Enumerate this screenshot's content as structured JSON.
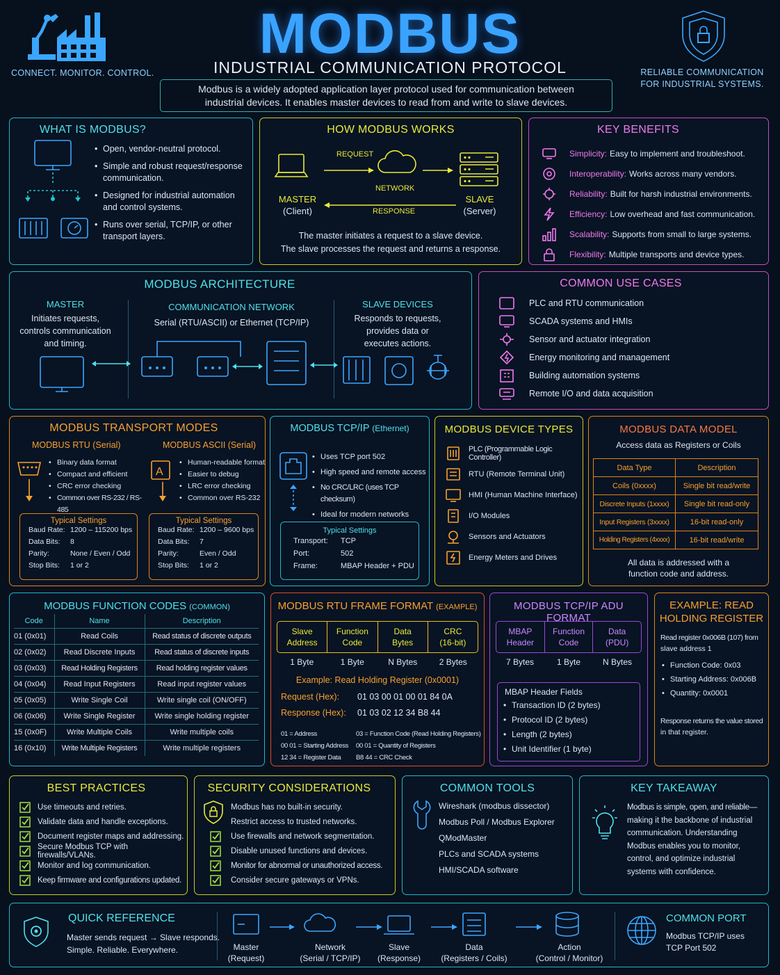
{
  "header": {
    "title": "MODBUS",
    "subtitle": "INDUSTRIAL COMMUNICATION PROTOCOL",
    "left_tag": "CONNECT. MONITOR. CONTROL.",
    "right_tag_1": "RELIABLE COMMUNICATION",
    "right_tag_2": "FOR INDUSTRIAL SYSTEMS.",
    "intro_1": "Modbus is a widely adopted application layer protocol used for communication between",
    "intro_2": "industrial devices. It enables master devices to read from and write to slave devices."
  },
  "what": {
    "title": "WHAT IS MODBUS?",
    "items": [
      "Open, vendor-neutral protocol.",
      "Simple and robust request/response communication.",
      "Designed for industrial automation and control systems.",
      "Runs over serial, TCP/IP, or other transport layers."
    ]
  },
  "how": {
    "title": "HOW MODBUS WORKS",
    "request": "REQUEST",
    "network": "NETWORK",
    "response": "RESPONSE",
    "master": "MASTER",
    "client": "(Client)",
    "slave": "SLAVE",
    "server": "(Server)",
    "desc_1": "The master initiates a request to a slave device.",
    "desc_2": "The slave processes the request and returns a response."
  },
  "benefits": {
    "title": "KEY BENEFITS",
    "items": [
      {
        "k": "Simplicity:",
        "v": "Easy to implement and troubleshoot."
      },
      {
        "k": "Interoperability:",
        "v": "Works across many vendors."
      },
      {
        "k": "Reliability:",
        "v": "Built for harsh industrial environments."
      },
      {
        "k": "Efficiency:",
        "v": "Low overhead and fast communication."
      },
      {
        "k": "Scalability:",
        "v": "Supports from small to large systems."
      },
      {
        "k": "Flexibility:",
        "v": "Multiple transports and device types."
      }
    ]
  },
  "arch": {
    "title": "MODBUS ARCHITECTURE",
    "master_t": "MASTER",
    "master_d1": "Initiates requests,",
    "master_d2": "controls communication",
    "master_d3": "and timing.",
    "net_t": "COMMUNICATION NETWORK",
    "net_d": "Serial (RTU/ASCII) or Ethernet (TCP/IP)",
    "slave_t": "SLAVE DEVICES",
    "slave_d1": "Responds to requests,",
    "slave_d2": "provides data or",
    "slave_d3": "executes actions."
  },
  "usecases": {
    "title": "COMMON USE CASES",
    "items": [
      "PLC and RTU communication",
      "SCADA systems and HMIs",
      "Sensor and actuator integration",
      "Energy monitoring and management",
      "Building automation systems",
      "Remote I/O and data acquisition"
    ]
  },
  "transport": {
    "title": "MODBUS TRANSPORT MODES",
    "rtu_t": "MODBUS RTU (Serial)",
    "rtu_items": [
      "Binary data format",
      "Compact and efficient",
      "CRC error checking",
      "Common over RS-232 / RS-485"
    ],
    "ascii_t": "MODBUS ASCII (Serial)",
    "ascii_items": [
      "Human-readable format",
      "Easier to debug",
      "LRC error checking",
      "Common over RS-232"
    ],
    "ts": "Typical Settings",
    "rtu_settings": [
      [
        "Baud Rate:",
        "1200 – 115200 bps"
      ],
      [
        "Data Bits:",
        "8"
      ],
      [
        "Parity:",
        "None / Even / Odd"
      ],
      [
        "Stop Bits:",
        "1 or 2"
      ]
    ],
    "ascii_settings": [
      [
        "Baud Rate:",
        "1200 – 9600 bps"
      ],
      [
        "Data Bits:",
        "7"
      ],
      [
        "Parity:",
        "Even / Odd"
      ],
      [
        "Stop Bits:",
        "1 or 2"
      ]
    ]
  },
  "tcp": {
    "title": "MODBUS TCP/IP",
    "title_sub": "(Ethernet)",
    "items": [
      "Uses TCP port 502",
      "High speed and remote access",
      "No CRC/LRC (uses TCP checksum)",
      "Ideal for modern networks"
    ],
    "ts": "Typical Settings",
    "settings": [
      [
        "Transport:",
        "TCP"
      ],
      [
        "Port:",
        "502"
      ],
      [
        "Frame:",
        "MBAP Header + PDU"
      ]
    ]
  },
  "devices": {
    "title": "MODBUS DEVICE TYPES",
    "items": [
      "PLC (Programmable Logic Controller)",
      "RTU (Remote Terminal Unit)",
      "HMI (Human Machine Interface)",
      "I/O Modules",
      "Sensors and Actuators",
      "Energy Meters and Drives"
    ]
  },
  "datamodel": {
    "title": "MODBUS DATA MODEL",
    "sub": "Access data as Registers or Coils",
    "h1": "Data Type",
    "h2": "Description",
    "rows": [
      [
        "Coils (0xxxx)",
        "Single bit read/write"
      ],
      [
        "Discrete Inputs (1xxxx)",
        "Single bit read-only"
      ],
      [
        "Input Registers (3xxxx)",
        "16-bit read-only"
      ],
      [
        "Holding Registers (4xxxx)",
        "16-bit read/write"
      ]
    ],
    "foot_1": "All data is addressed with a",
    "foot_2": "function code and address."
  },
  "fc": {
    "title": "MODBUS FUNCTION CODES",
    "title_sub": "(COMMON)",
    "headers": [
      "Code",
      "Name",
      "Description"
    ],
    "rows": [
      [
        "01 (0x01)",
        "Read Coils",
        "Read status of discrete outputs"
      ],
      [
        "02 (0x02)",
        "Read Discrete Inputs",
        "Read status of discrete inputs"
      ],
      [
        "03 (0x03)",
        "Read Holding Registers",
        "Read holding register values"
      ],
      [
        "04 (0x04)",
        "Read Input Registers",
        "Read input register values"
      ],
      [
        "05 (0x05)",
        "Write Single Coil",
        "Write single coil (ON/OFF)"
      ],
      [
        "06 (0x06)",
        "Write Single Register",
        "Write single holding register"
      ],
      [
        "15 (0x0F)",
        "Write Multiple Coils",
        "Write multiple coils"
      ],
      [
        "16 (0x10)",
        "Write Multiple Registers",
        "Write multiple registers"
      ]
    ]
  },
  "rtuframe": {
    "title": "MODBUS RTU FRAME FORMAT",
    "title_sub": "(EXAMPLE)",
    "fields": [
      [
        "Slave",
        "Address"
      ],
      [
        "Function",
        "Code"
      ],
      [
        "Data",
        "Bytes"
      ],
      [
        "CRC",
        "(16-bit)"
      ]
    ],
    "sizes": [
      "1 Byte",
      "1 Byte",
      "N Bytes",
      "2 Bytes"
    ],
    "example": "Example: Read Holding Register (0x0001)",
    "req_l": "Request (Hex):",
    "req_v": "01 03 00 01 00 01 84 0A",
    "res_l": "Response (Hex):",
    "res_v": "01 03 02 12 34 B8 44",
    "notes": [
      [
        "01 = Address",
        "03 = Function Code (Read Holding Registers)"
      ],
      [
        "00 01 = Starting Address",
        "00 01 = Quantity of Registers"
      ],
      [
        "12 34 = Register Data",
        "B8 44 = CRC Check"
      ]
    ]
  },
  "adu": {
    "title": "MODBUS TCP/IP ADU FORMAT",
    "fields": [
      [
        "MBAP",
        "Header"
      ],
      [
        "Function",
        "Code"
      ],
      [
        "Data",
        "(PDU)"
      ]
    ],
    "sizes": [
      "7 Bytes",
      "1 Byte",
      "N Bytes"
    ],
    "mbap_t": "MBAP Header Fields",
    "mbap_items": [
      "Transaction ID (2 bytes)",
      "Protocol ID (2 bytes)",
      "Length (2 bytes)",
      "Unit Identifier (1 byte)"
    ]
  },
  "example": {
    "title_1": "EXAMPLE: READ",
    "title_2": "HOLDING REGISTER",
    "desc_1": "Read register 0x006B (107) from",
    "desc_2": "slave address 1",
    "items": [
      "Function Code: 0x03",
      "Starting Address: 0x006B",
      "Quantity: 0x0001"
    ],
    "foot_1": "Response returns the value stored",
    "foot_2": "in that register."
  },
  "best": {
    "title": "BEST PRACTICES",
    "items": [
      "Use timeouts and retries.",
      "Validate data and handle exceptions.",
      "Document register maps and addressing.",
      "Secure Modbus TCP with firewalls/VLANs.",
      "Monitor and log communication.",
      "Keep firmware and configurations updated."
    ]
  },
  "security": {
    "title": "SECURITY CONSIDERATIONS",
    "items": [
      "Modbus has no built-in security.",
      "Restrict access to trusted networks.",
      "Use firewalls and network segmentation.",
      "Disable unused functions and devices.",
      "Monitor for abnormal or unauthorized access.",
      "Consider secure gateways or VPNs."
    ]
  },
  "tools": {
    "title": "COMMON TOOLS",
    "items": [
      "Wireshark (modbus dissector)",
      "Modbus Poll / Modbus Explorer",
      "QModMaster",
      "PLCs and SCADA systems",
      "HMI/SCADA software"
    ]
  },
  "takeaway": {
    "title": "KEY TAKEAWAY",
    "lines": [
      "Modbus is simple, open, and reliable—",
      "making it the backbone of industrial",
      "communication. Understanding",
      "Modbus enables you to monitor,",
      "control, and optimize industrial",
      "systems with confidence."
    ]
  },
  "quick": {
    "title": "QUICK REFERENCE",
    "l1": "Master sends request → Slave responds.",
    "l2": "Simple. Reliable. Everywhere.",
    "flow": [
      [
        "Master",
        "(Request)"
      ],
      [
        "Network",
        "(Serial / TCP/IP)"
      ],
      [
        "Slave",
        "(Response)"
      ],
      [
        "Data",
        "(Registers / Coils)"
      ],
      [
        "Action",
        "(Control / Monitor)"
      ]
    ]
  },
  "port": {
    "title": "COMMON PORT",
    "l1": "Modbus TCP/IP uses",
    "l2": "TCP Port 502"
  },
  "colors": {
    "cyan": "#1fb8c9",
    "yellow": "#c8cc22",
    "pink": "#c04fc0",
    "orange": "#d9861c",
    "red": "#d8502a",
    "purple": "#9a48d8",
    "green": "#7fbf28",
    "blue": "#2c8ad8"
  }
}
